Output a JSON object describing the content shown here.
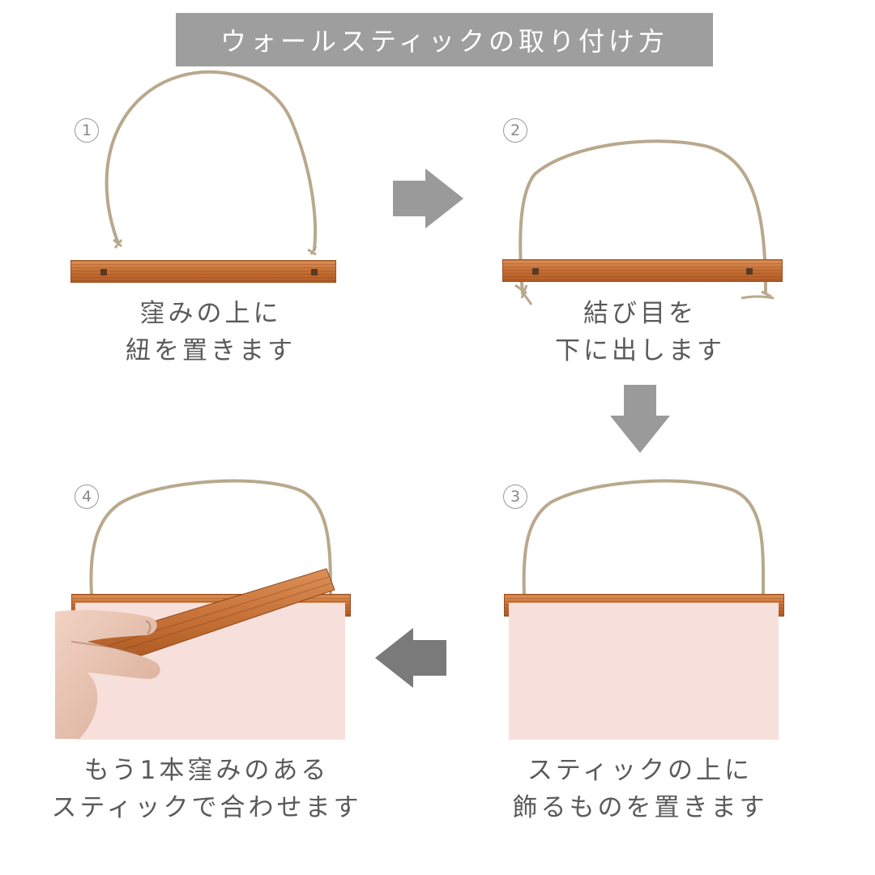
{
  "title": "ウォールスティックの取り付け方",
  "steps": [
    {
      "number": "1",
      "caption_line1": "窪みの上に",
      "caption_line2": "紐を置きます"
    },
    {
      "number": "2",
      "caption_line1": "結び目を",
      "caption_line2": "下に出します"
    },
    {
      "number": "3",
      "caption_line1": "スティックの上に",
      "caption_line2": "飾るものを置きます"
    },
    {
      "number": "4",
      "caption_line1": "もう1本窪みのある",
      "caption_line2": "スティックで合わせます"
    }
  ],
  "colors": {
    "title_bg": "#9e9e9e",
    "arrow": "#9a9a9a",
    "arrow_dark": "#7a7a7a",
    "wood": "#c46f35",
    "panel": "#f7e0dc",
    "string": "#b9a88c"
  },
  "icons": [
    "arrow-right-icon",
    "arrow-down-icon",
    "arrow-left-icon"
  ]
}
